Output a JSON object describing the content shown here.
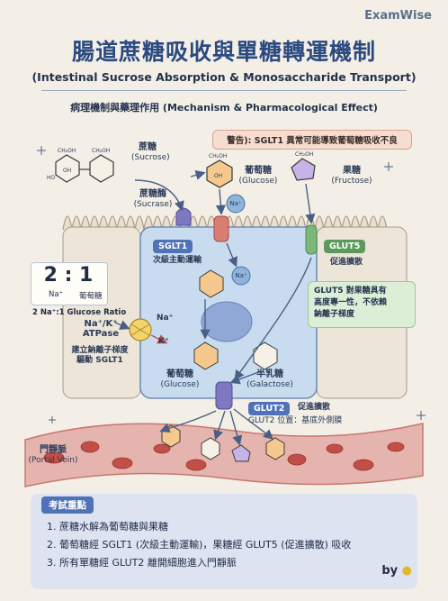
{
  "brand": "ExamWise",
  "title": "腸道蔗糖吸收與單糖轉運機制",
  "subtitle": "(Intestinal Sucrose Absorption & Monosaccharide Transport)",
  "section_heading": "病理機制與藥理作用 (Mechanism & Pharmacological Effect)",
  "warning": "警告): SGLT1 異常可能導致葡萄糖吸收不良",
  "molecules": {
    "sucrose": {
      "zh": "蔗糖",
      "en": "(Sucrose)"
    },
    "glucose_top": {
      "zh": "葡萄糖",
      "en": "(Glucose)"
    },
    "fructose": {
      "zh": "果糖",
      "en": "(Fructose)"
    },
    "sucrase": {
      "zh": "蔗糖酶",
      "en": "(Sucrase)"
    },
    "glucose_cell": {
      "zh": "葡萄糖",
      "en": "(Glucose)"
    },
    "galactose": {
      "zh": "半乳糖",
      "en": "(Galactose)"
    },
    "ch2oh": "CH₂OH",
    "oh": "OH",
    "ho": "HO"
  },
  "transporters": {
    "sglt1": {
      "name": "SGLT1",
      "desc": "次級主動運輸",
      "color": "#4f72b8"
    },
    "glut5": {
      "name": "GLUT5",
      "desc": "促進擴散",
      "color": "#5c9a5c"
    },
    "glut2": {
      "name": "GLUT2",
      "desc": "促進擴散",
      "location": "GLUT2 位置：基底外側膜",
      "color": "#4f72b8"
    },
    "atpase": {
      "name1": "Na⁺/K⁺",
      "name2": "ATPase",
      "desc1": "建立鈉離子梯度",
      "desc2": "驅動 SGLT1"
    }
  },
  "ions": {
    "na": "Na⁺",
    "k": "K⁺"
  },
  "ratio": {
    "value": "2 : 1",
    "left": "Na⁺",
    "right": "葡萄糖",
    "caption": "2 Na⁺:1 Glucose Ratio"
  },
  "glut5_note": [
    "GLUT5 對果糖具有",
    "高度專一性，不依賴",
    "鈉離子梯度"
  ],
  "portal_vein": {
    "zh": "門靜脈",
    "en": "(Portal Vein)"
  },
  "exam": {
    "heading": "考試重點",
    "items": [
      "1. 蔗糖水解為葡萄糖與果糖",
      "2. 葡萄糖經 SGLT1 (次級主動運輸)，果糖經 GLUT5 (促進擴散) 吸收",
      "3. 所有單糖經 GLUT2 離開細胞進入門靜脈"
    ]
  },
  "byline": "by"
}
